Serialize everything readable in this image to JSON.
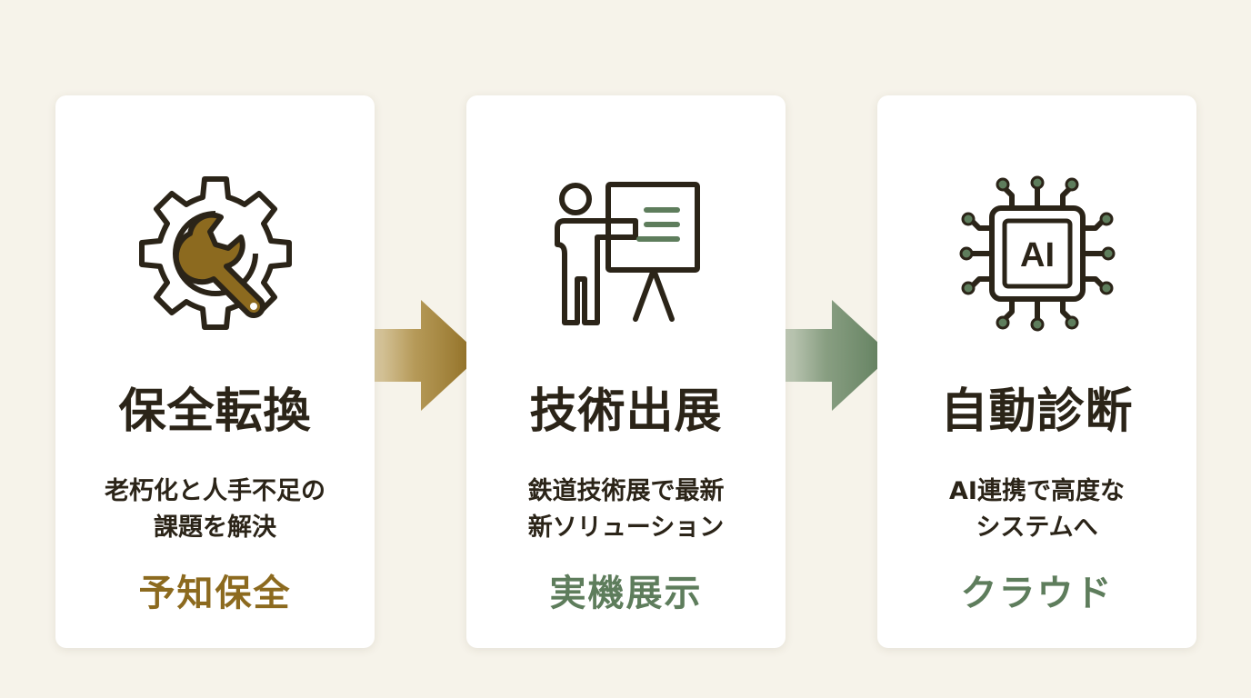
{
  "colors": {
    "gold": "#8c6a1f",
    "green": "#5e7d5c",
    "dark": "#2b2418"
  },
  "cards": [
    {
      "icon": "gear-wrench-icon",
      "title": "保全転換",
      "desc_line1": "老朽化と人手不足の",
      "desc_line2": "課題を解決",
      "keyword": "予知保全",
      "keyword_color": "#8c6a1f"
    },
    {
      "icon": "presenter-whiteboard-icon",
      "title": "技術出展",
      "desc_line1": "鉄道技術展で最新",
      "desc_line2": "新ソリューション",
      "keyword": "実機展示",
      "keyword_color": "#5e7d5c"
    },
    {
      "icon": "ai-chip-icon",
      "title": "自動診断",
      "desc_line1": "AI連携で高度な",
      "desc_line2": "システムへ",
      "keyword": "クラウド",
      "keyword_color": "#5e7d5c",
      "chip_label": "AI"
    }
  ]
}
